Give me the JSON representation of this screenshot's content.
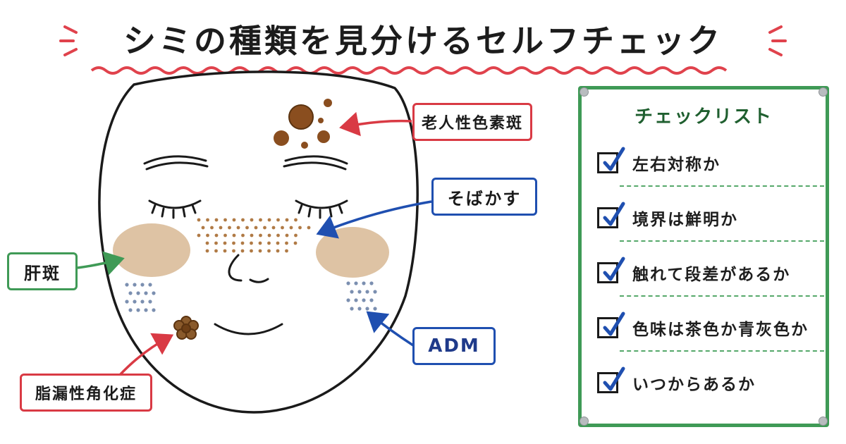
{
  "title": "シミの種類を見分けるセルフチェック",
  "labels": {
    "rouhan": "老人性色素斑",
    "sobakasu": "そばかす",
    "kanpan": "肝斑",
    "adm": "ADM",
    "shirou": "脂漏性角化症"
  },
  "checklist": {
    "title": "チェックリスト",
    "items": [
      {
        "text": "左右対称か"
      },
      {
        "text": "境界は鮮明か"
      },
      {
        "text": "触れて段差があるか"
      },
      {
        "text": "色味は茶色か青灰色か"
      },
      {
        "text": "いつからあるか"
      }
    ]
  },
  "colors": {
    "red": "#d93a44",
    "blue": "#1f4fb0",
    "green": "#3f9a56",
    "brown_spot": "#8a4e1f",
    "melasma": "#d8b894",
    "adm_dot": "#7b8fb0"
  }
}
